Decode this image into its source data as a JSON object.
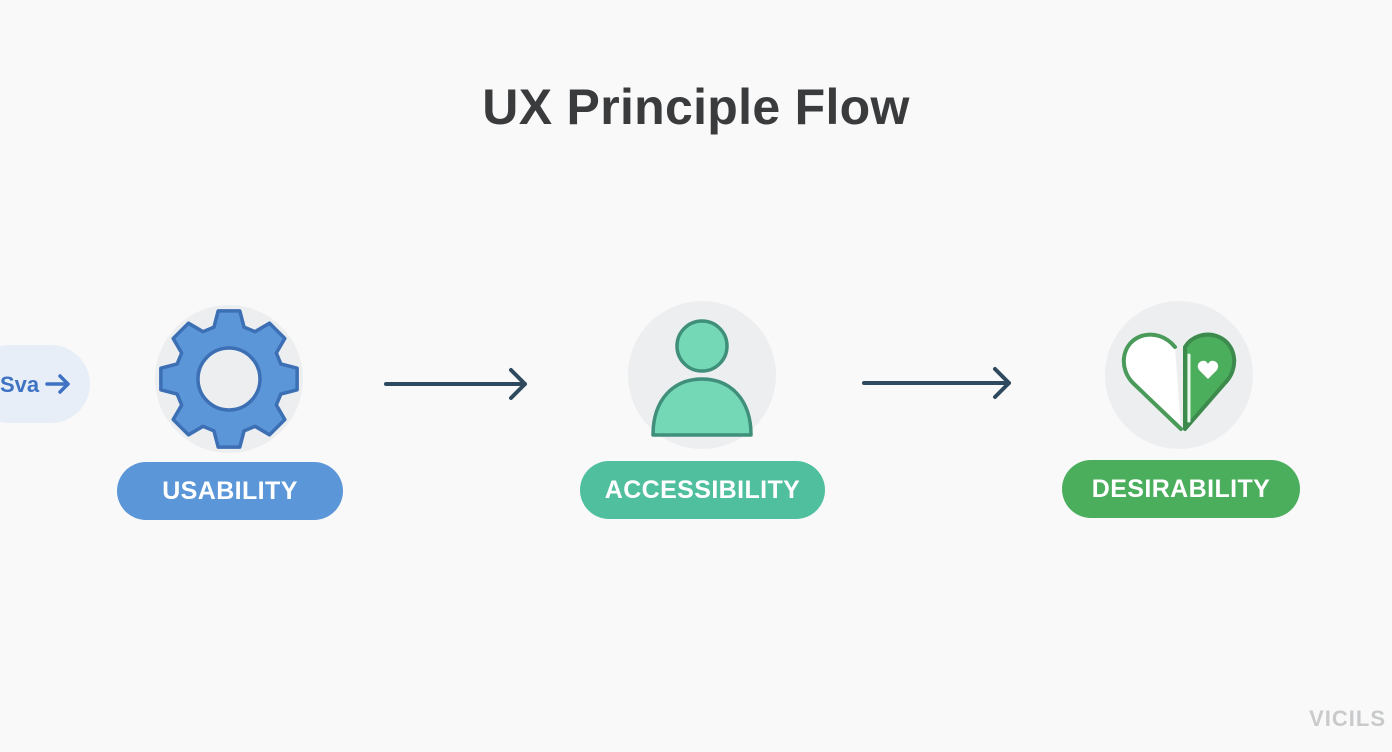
{
  "title": "UX Principle Flow",
  "offscreen_chip": {
    "label": "Sva",
    "icon": "arrow-right-icon",
    "color": "#3e72c2"
  },
  "nodes": [
    {
      "label": "USABILITY",
      "icon": "gear-icon",
      "color": "#5b96d8"
    },
    {
      "label": "ACCESSIBILITY",
      "icon": "person-icon",
      "color": "#4fbf9e"
    },
    {
      "label": "DESIRABILITY",
      "icon": "heart-icon",
      "color": "#4aae5c"
    }
  ],
  "connector_color": "#2f4a5e",
  "watermark": "VICILS"
}
